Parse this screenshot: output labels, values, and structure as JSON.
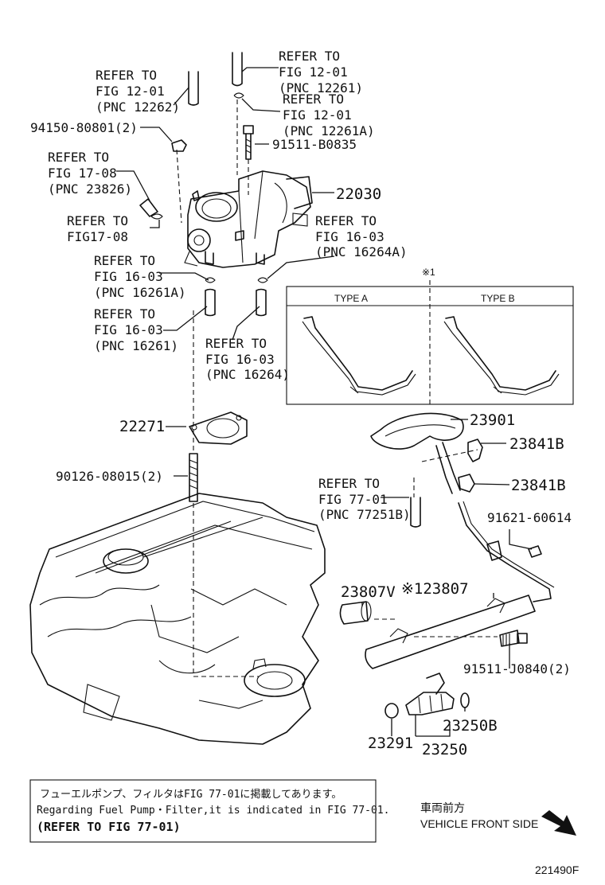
{
  "callouts": {
    "ref_12262": [
      "REFER TO",
      "FIG 12-01",
      "(PNC 12262)"
    ],
    "ref_12261": [
      "REFER TO",
      "FIG 12-01",
      "(PNC 12261)"
    ],
    "ref_12261a": [
      "REFER TO",
      "FIG 12-01",
      "(PNC 12261A)"
    ],
    "ref_23826": [
      "REFER TO",
      "FIG 17-08",
      "(PNC 23826)"
    ],
    "ref_1708": [
      "REFER TO",
      "FIG17-08"
    ],
    "ref_16264a": [
      "REFER TO",
      "FIG 16-03",
      "(PNC 16264A)"
    ],
    "ref_16261a": [
      "REFER TO",
      "FIG 16-03",
      "(PNC 16261A)"
    ],
    "ref_16261": [
      "REFER TO",
      "FIG 16-03",
      "(PNC 16261)"
    ],
    "ref_16264": [
      "REFER TO",
      "FIG 16-03",
      "(PNC 16264)"
    ],
    "ref_77251b": [
      "REFER TO",
      "FIG 77-01",
      "(PNC 77251B)"
    ]
  },
  "parts": {
    "p94150": "94150-80801(2)",
    "p91511b": "91511-B0835",
    "p22030": "22030",
    "p22271": "22271",
    "p90126": "90126-08015(2)",
    "p23901": "23901",
    "p23841b_1": "23841B",
    "p23841b_2": "23841B",
    "p91621": "91621-60614",
    "p23807v": "23807V",
    "p23807": "※123807",
    "p91511j": "91511-J0840(2)",
    "p23250b": "23250B",
    "p23291": "23291",
    "p23250": "23250"
  },
  "inset": {
    "marker": "※1",
    "type_a": "TYPE A",
    "type_b": "TYPE B"
  },
  "note": {
    "line1": "フューエルポンプ、フィルタはFIG 77-01に掲載してあります。",
    "line2": "Regarding Fuel Pump・Filter,it is indicated in FIG 77-01.",
    "line3": "(REFER TO FIG 77-01)"
  },
  "direction": {
    "jp": "車両前方",
    "en": "VEHICLE FRONT SIDE"
  },
  "figure_code": "221490F"
}
